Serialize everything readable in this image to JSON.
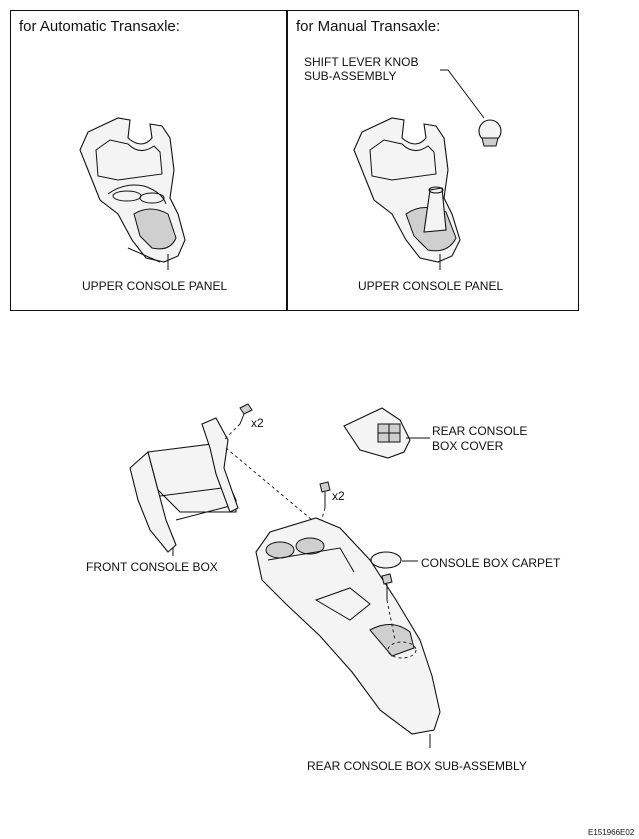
{
  "panels": {
    "automatic": {
      "title": "for Automatic Transaxle:",
      "part_label": "UPPER CONSOLE PANEL"
    },
    "manual": {
      "title": "for Manual Transaxle:",
      "knob_label_line1": "SHIFT LEVER KNOB",
      "knob_label_line2": "SUB-ASSEMBLY",
      "part_label": "UPPER CONSOLE PANEL"
    }
  },
  "labels": {
    "rear_cover_line1": "REAR CONSOLE",
    "rear_cover_line2": "BOX COVER",
    "front_box": "FRONT CONSOLE BOX",
    "carpet": "CONSOLE BOX CARPET",
    "rear_sub": "REAR CONSOLE BOX SUB-ASSEMBLY",
    "qty_front_bolts": "x2",
    "qty_rear_bolts": "x2"
  },
  "figure_code": "E151966E02"
}
